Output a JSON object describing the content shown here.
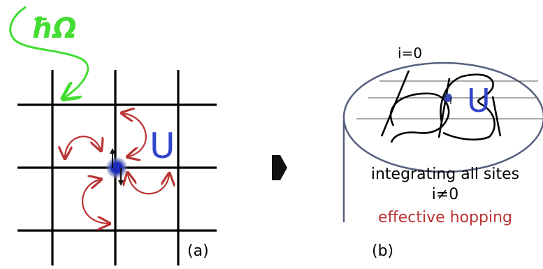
{
  "panel_a": {
    "field_label": "ħΩ",
    "interaction_label": "U",
    "panel_label": "(a)"
  },
  "panel_b": {
    "site_label": "i=0",
    "interaction_label": "U",
    "caption_line1": "integrating all sites",
    "caption_line2": "i≠0",
    "caption_line3": "effective hopping",
    "panel_label": "(b)"
  },
  "colors": {
    "field": "#44dd33",
    "interaction": "#3344cc",
    "hopping": "#bb3333",
    "grid": "#000000",
    "cylinder": "#56607e"
  }
}
